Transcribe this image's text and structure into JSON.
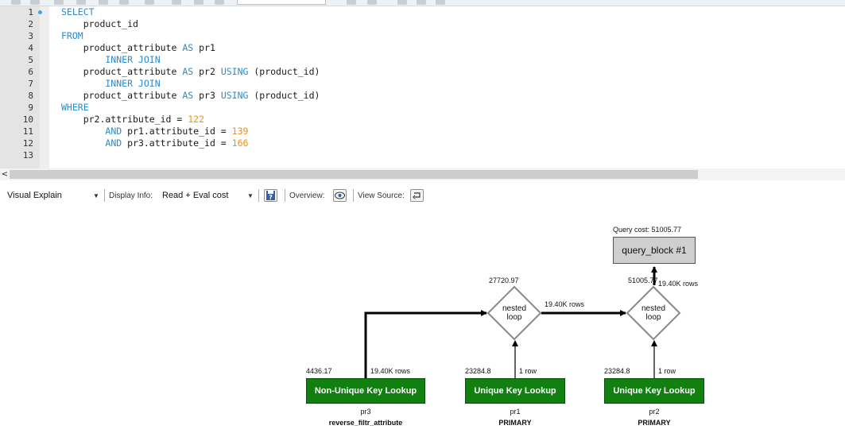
{
  "editor": {
    "line_numbers": [
      "1",
      "2",
      "3",
      "4",
      "5",
      "6",
      "7",
      "8",
      "9",
      "10",
      "11",
      "12",
      "13"
    ],
    "lines": [
      [
        {
          "t": "SELECT",
          "c": "kw"
        }
      ],
      [
        {
          "t": "    product_id",
          "c": ""
        }
      ],
      [
        {
          "t": "FROM",
          "c": "kw"
        }
      ],
      [
        {
          "t": "    product_attribute ",
          "c": ""
        },
        {
          "t": "AS",
          "c": "kw"
        },
        {
          "t": " pr1",
          "c": ""
        }
      ],
      [
        {
          "t": "        INNER JOIN",
          "c": "kw"
        }
      ],
      [
        {
          "t": "    product_attribute ",
          "c": ""
        },
        {
          "t": "AS",
          "c": "kw"
        },
        {
          "t": " pr2 ",
          "c": ""
        },
        {
          "t": "USING",
          "c": "kw"
        },
        {
          "t": " (product_id)",
          "c": ""
        }
      ],
      [
        {
          "t": "        INNER JOIN",
          "c": "kw"
        }
      ],
      [
        {
          "t": "    product_attribute ",
          "c": ""
        },
        {
          "t": "AS",
          "c": "kw"
        },
        {
          "t": " pr3 ",
          "c": ""
        },
        {
          "t": "USING",
          "c": "kw"
        },
        {
          "t": " (product_id)",
          "c": ""
        }
      ],
      [
        {
          "t": "WHERE",
          "c": "kw"
        }
      ],
      [
        {
          "t": "    pr2.attribute_id = ",
          "c": ""
        },
        {
          "t": "122",
          "c": "num"
        }
      ],
      [
        {
          "t": "        ",
          "c": ""
        },
        {
          "t": "AND",
          "c": "kw"
        },
        {
          "t": " pr1.attribute_id = ",
          "c": ""
        },
        {
          "t": "139",
          "c": "num"
        }
      ],
      [
        {
          "t": "        ",
          "c": ""
        },
        {
          "t": "AND",
          "c": "kw"
        },
        {
          "t": " pr3.attribute_id = ",
          "c": ""
        },
        {
          "t": "166",
          "c": "num"
        }
      ],
      []
    ]
  },
  "scrollbar": {
    "left_arrow": "<"
  },
  "explain_toolbar": {
    "view_mode": "Visual Explain",
    "display_info_label": "Display Info:",
    "display_info_value": "Read + Eval cost",
    "overview_label": "Overview:",
    "view_source_label": "View Source:"
  },
  "diagram": {
    "query_cost_label": "Query cost: 51005.77",
    "query_block_label": "query_block #1",
    "nested_loop_1": {
      "cost": "27720.97",
      "text": [
        "nested",
        "loop"
      ]
    },
    "nested_loop_2": {
      "cost": "51005.77",
      "text": [
        "nested",
        "loop"
      ]
    },
    "edge_nl1_to_nl2_rows": "19.40K rows",
    "edge_nl2_to_qb_rows": "19.40K rows",
    "nodes": [
      {
        "cost": "4436.17",
        "rows": "19.40K rows",
        "label": "Non-Unique Key Lookup",
        "table": "pr3",
        "key": "reverse_filtr_attribute"
      },
      {
        "cost": "23284.8",
        "rows": "1 row",
        "label": "Unique Key Lookup",
        "table": "pr1",
        "key": "PRIMARY"
      },
      {
        "cost": "23284.8",
        "rows": "1 row",
        "label": "Unique Key Lookup",
        "table": "pr2",
        "key": "PRIMARY"
      }
    ]
  },
  "colors": {
    "keyword": "#2c8bc9",
    "number": "#f0901e",
    "lookup_node": "#118011",
    "query_block": "#cfcfcf",
    "gutter": "#e4e4e4"
  }
}
